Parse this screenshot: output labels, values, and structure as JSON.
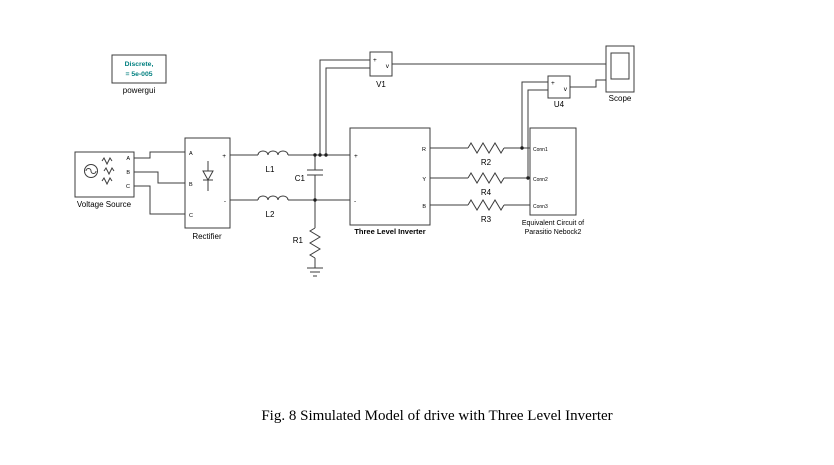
{
  "caption": "Fig. 8 Simulated Model of drive with Three Level Inverter",
  "colors": {
    "powergui_text": "#007F7F",
    "wire": "#3C3C3C"
  },
  "blocks": {
    "powergui": {
      "line1": "Discrete,",
      "line2": "= 5e-005",
      "label": "powergui"
    },
    "voltage_source": {
      "label": "Voltage Source",
      "ports": [
        "A",
        "B",
        "C"
      ]
    },
    "rectifier": {
      "label": "Rectifier",
      "ports_left": [
        "A",
        "B",
        "C"
      ],
      "ports_right": [
        "+",
        "-"
      ]
    },
    "l1": {
      "label": "L1"
    },
    "l2": {
      "label": "L2"
    },
    "c1": {
      "label": "C1"
    },
    "r1": {
      "label": "R1"
    },
    "r2": {
      "label": "R2"
    },
    "r3": {
      "label": "R3"
    },
    "r4": {
      "label": "R4"
    },
    "inverter": {
      "label": "Three Level Inverter",
      "ports_left": [
        "+",
        "-"
      ],
      "ports_right": [
        "R",
        "Y",
        "B"
      ]
    },
    "v1": {
      "label": "V1",
      "port_plus": "+",
      "port_v": "v"
    },
    "u4": {
      "label": "U4",
      "port_plus": "+",
      "port_v": "v"
    },
    "scope": {
      "label": "Scope"
    },
    "equivalent": {
      "line1": "Equivalent Circuit of",
      "line2": "Parasitio Nebock2",
      "ports": [
        "Conn1",
        "Conn2",
        "Conn3"
      ]
    }
  }
}
